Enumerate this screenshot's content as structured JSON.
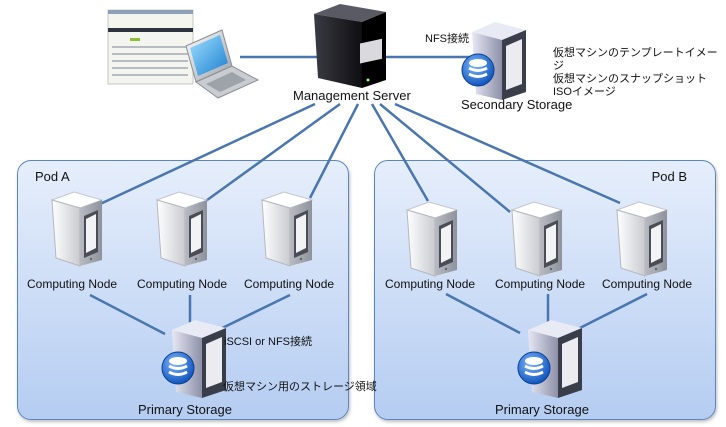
{
  "management": {
    "label": "Management Server",
    "icon": "server-black-icon"
  },
  "client": {
    "icon": "laptop-with-web-console-icon"
  },
  "secondary_storage": {
    "label": "Secondary Storage",
    "connection_label": "NFS接続",
    "contents": [
      "仮想マシンのテンプレートイメージ",
      "仮想マシンのスナップショット",
      "ISOイメージ"
    ]
  },
  "pods": [
    {
      "label": "Pod A",
      "nodes": [
        "Computing Node",
        "Computing Node",
        "Computing Node"
      ],
      "primary_storage": {
        "label": "Primary Storage",
        "connection_label": "iSCSI or NFS接続",
        "description": "仮想マシン用のストレージ領域"
      }
    },
    {
      "label": "Pod B",
      "nodes": [
        "Computing Node",
        "Computing Node",
        "Computing Node"
      ],
      "primary_storage": {
        "label": "Primary Storage"
      }
    }
  ],
  "colors": {
    "link": "#4a76b0",
    "pod_border": "#5b86bf",
    "pod_fill_top": "#e6eefb",
    "pod_fill_bottom": "#b5cdf2"
  }
}
